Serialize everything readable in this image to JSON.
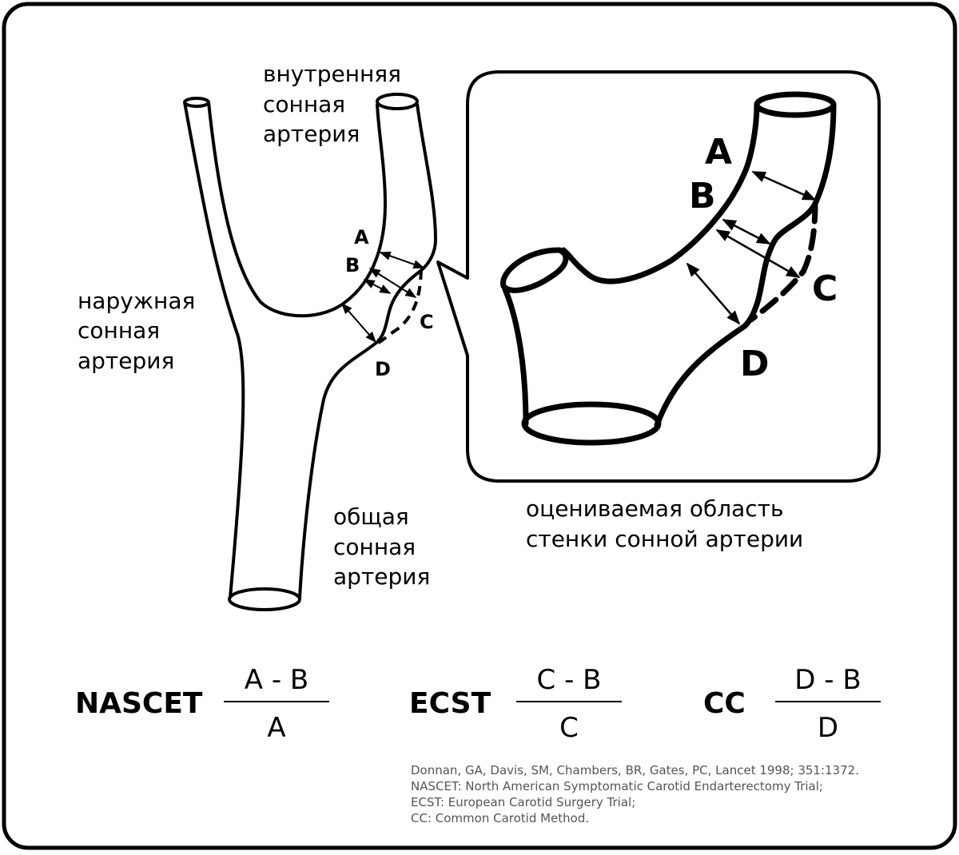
{
  "labels": {
    "internal": [
      "внутренняя",
      "сонная",
      "артерия"
    ],
    "external": [
      "наружная",
      "сонная",
      "артерия"
    ],
    "common": [
      "общая",
      "сонная",
      "артерия"
    ],
    "region": [
      "оцениваемая область",
      "стенки сонной артерии"
    ]
  },
  "points": {
    "a": "A",
    "b": "B",
    "c": "C",
    "d": "D"
  },
  "formulas": [
    {
      "method": "NASCET",
      "numerator": "A - B",
      "denominator": "A"
    },
    {
      "method": "ECST",
      "numerator": "C - B",
      "denominator": "C"
    },
    {
      "method": "CC",
      "numerator": "D - B",
      "denominator": "D"
    }
  ],
  "references": [
    "Donnan, GA, Davis, SM, Chambers, BR, Gates, PC, Lancet 1998; 351:1372.",
    "NASCET: North American Symptomatic Carotid Endarterectomy Trial;",
    "ECST: European Carotid Surgery Trial;",
    "CC: Common Carotid Method."
  ]
}
